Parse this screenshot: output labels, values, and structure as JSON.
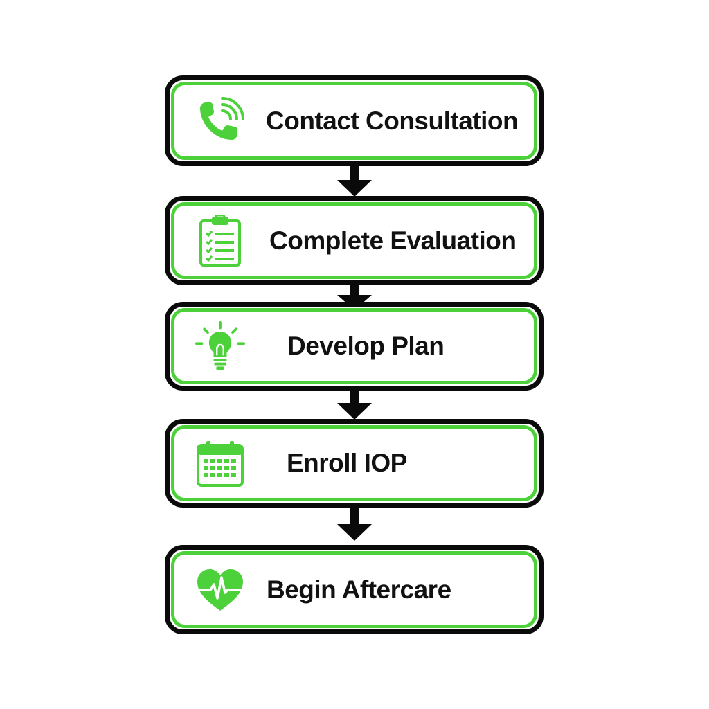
{
  "accent_color": "#4dd13b",
  "border_color": "#0a0a0a",
  "steps": [
    {
      "label": "Contact Consultation",
      "icon": "phone-icon"
    },
    {
      "label": "Complete Evaluation",
      "icon": "clipboard-checklist-icon"
    },
    {
      "label": "Develop Plan",
      "icon": "lightbulb-icon"
    },
    {
      "label": "Enroll IOP",
      "icon": "calendar-icon"
    },
    {
      "label": "Begin Aftercare",
      "icon": "heart-pulse-icon"
    }
  ]
}
